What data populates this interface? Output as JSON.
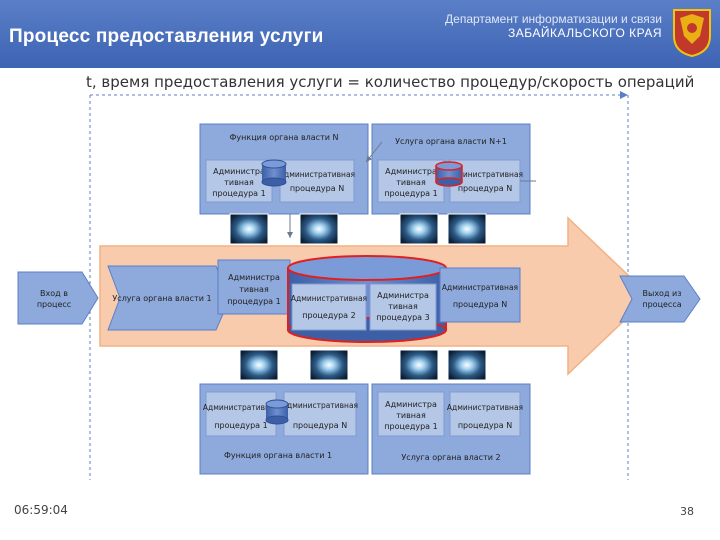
{
  "slide": {
    "title": "Процесс предоставления услуги",
    "department_line1": "Департамент информатизации и связи",
    "department_line2": "ЗАБАЙКАЛЬСКОГО КРАЯ",
    "formula": "t, время предоставления услуги = количество процедур/скорость операций",
    "timestamp": "06:59:04",
    "page_number": "38"
  },
  "diagram": {
    "input_label": [
      "Вход в",
      "процесс"
    ],
    "output_label": [
      "Выход из",
      "процесса"
    ],
    "service_main": "Услуга органа власти  1",
    "top_left_box": {
      "title": "Функция органа власти N",
      "procedures": [
        [
          "Администра",
          "тивная",
          "процедура 1"
        ],
        [
          "Административная",
          "процедура N"
        ]
      ]
    },
    "top_right_box": {
      "title": "Услуга органа власти N+1",
      "procedures": [
        [
          "Администра",
          "тивная",
          "процедура 1"
        ],
        [
          "Административная",
          "процедура N"
        ]
      ]
    },
    "middle_procedures": [
      [
        "Администра",
        "тивная",
        "процедура 1"
      ],
      [
        "Административная",
        "процедура 2"
      ],
      [
        "Администра",
        "тивная",
        "процедура 3"
      ],
      [
        "Административная",
        "процедура N"
      ]
    ],
    "bottom_left_box": {
      "title": "Функция органа власти 1",
      "procedures": [
        [
          "Административная",
          "процедура 1"
        ],
        [
          "Административная",
          "процедура N"
        ]
      ]
    },
    "bottom_right_box": {
      "title": "Услуга органа власти 2",
      "procedures": [
        [
          "Администра",
          "тивная",
          "процедура 1"
        ],
        [
          "Административная",
          "процедура N"
        ]
      ]
    },
    "colors": {
      "header": "#3d63b3",
      "arrow": "#f8cbad",
      "arrow_border": "#f4b183",
      "box_fill": "#8ea9db",
      "box_border": "#5b7fc7",
      "proc_fill": "#b4c7e7",
      "database": "#4a6fb5",
      "database_alert": "#e02020"
    }
  }
}
